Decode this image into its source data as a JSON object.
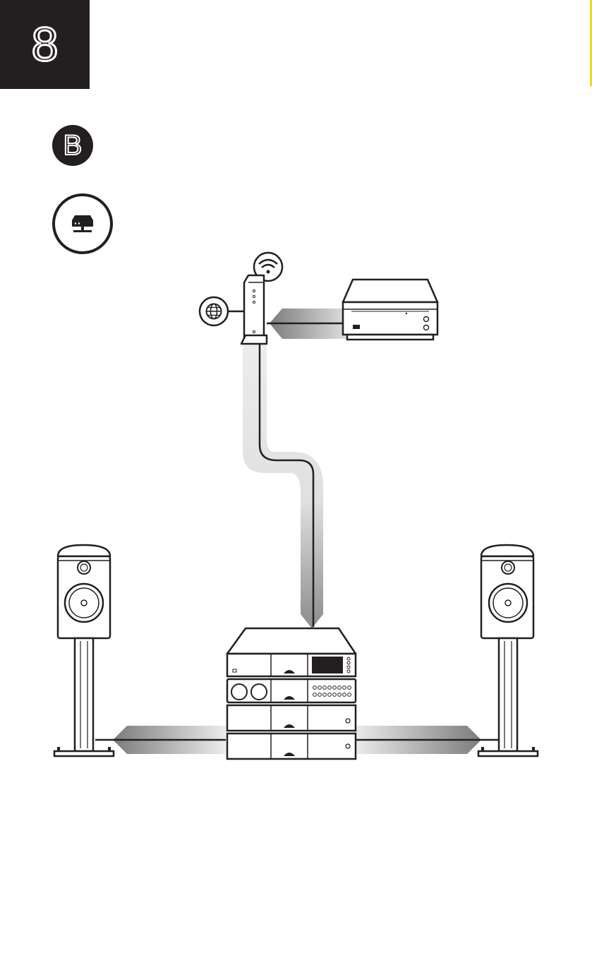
{
  "step": {
    "number": "8"
  },
  "badge": {
    "letter": "B"
  },
  "colors": {
    "ink": "#231f20",
    "accent": "#e8e000",
    "cable_light": "#ececec",
    "cable_dark": "#8c8c8c"
  },
  "icons": {
    "wifi": "wifi-icon",
    "internet": "globe-icon",
    "network_device": "network-storage-icon"
  },
  "devices": [
    "network-router",
    "network-music-server",
    "hifi-component-stack",
    "left-speaker-on-stand",
    "right-speaker-on-stand"
  ]
}
